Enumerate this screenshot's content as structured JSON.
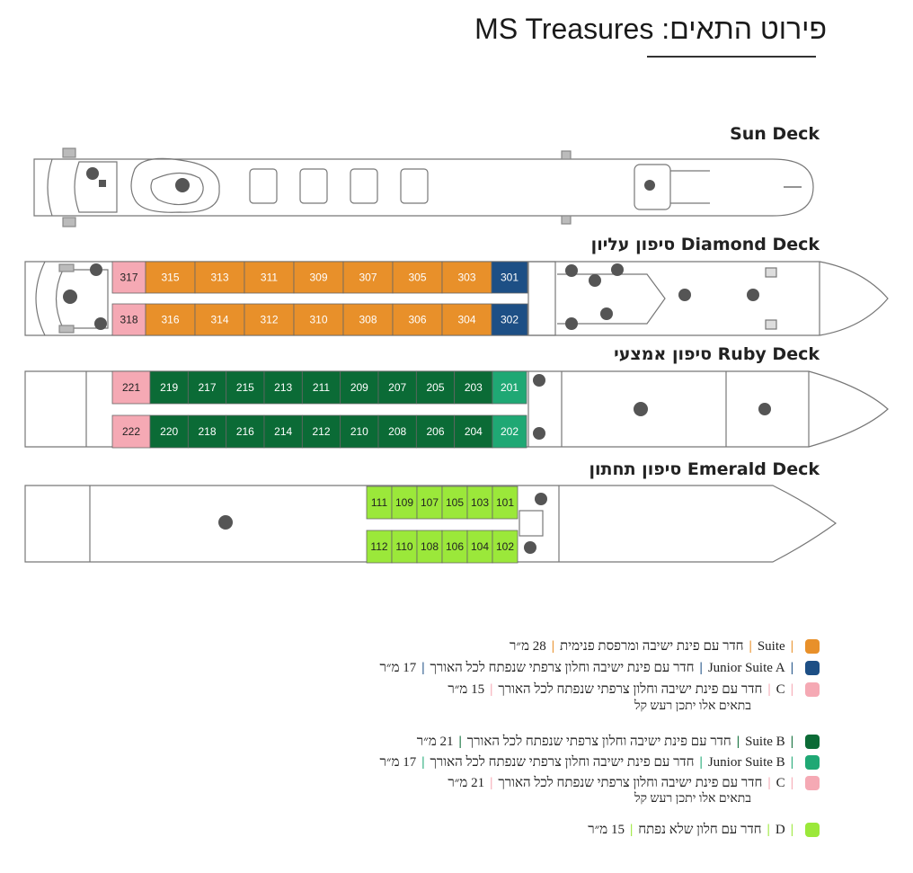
{
  "title": "פירוט התאים: MS Treasures",
  "decks": {
    "sun": {
      "label": "Sun Deck"
    },
    "diamond": {
      "label": "סיפון עליון Diamond Deck",
      "top": [
        "317",
        "315",
        "313",
        "311",
        "309",
        "307",
        "305",
        "303",
        "301"
      ],
      "bottom": [
        "318",
        "316",
        "314",
        "312",
        "310",
        "308",
        "306",
        "304",
        "302"
      ]
    },
    "ruby": {
      "label": "סיפון אמצעי Ruby Deck",
      "top": [
        "221",
        "219",
        "217",
        "215",
        "213",
        "211",
        "209",
        "207",
        "205",
        "203",
        "201"
      ],
      "bottom": [
        "222",
        "220",
        "218",
        "216",
        "214",
        "212",
        "210",
        "208",
        "206",
        "204",
        "202"
      ]
    },
    "emerald": {
      "label": "סיפון תחתון Emerald Deck",
      "top": [
        "111",
        "109",
        "107",
        "105",
        "103",
        "101"
      ],
      "bottom": [
        "112",
        "110",
        "108",
        "106",
        "104",
        "102"
      ]
    }
  },
  "colors": {
    "suite": "#e8902a",
    "junior_a": "#1d4f85",
    "cat_c": "#f5a9b4",
    "suite_b": "#0b6b36",
    "junior_b": "#1fa874",
    "cat_d": "#9be83a"
  },
  "legend": [
    {
      "color": "#e8902a",
      "category": "Suite",
      "desc": "חדר עם פינת ישיבה ומרפסת פנימית",
      "size": "28 מ״ר"
    },
    {
      "color": "#1d4f85",
      "category": "Junior Suite A",
      "desc": "חדר עם פינת ישיבה וחלון צרפתי שנפתח לכל האורך",
      "size": "17 מ״ר"
    },
    {
      "color": "#f5a9b4",
      "category": "C",
      "desc": "חדר עם פינת ישיבה וחלון צרפתי שנפתח לכל האורך",
      "size": "15 מ״ר",
      "note": "בתאים אלו יתכן רעש קל"
    },
    {
      "color": "#0b6b36",
      "category": "Suite B",
      "desc": "חדר עם פינת ישיבה וחלון צרפתי שנפתח לכל האורך",
      "size": "21 מ״ר"
    },
    {
      "color": "#1fa874",
      "category": "Junior Suite B",
      "desc": "חדר עם פינת ישיבה וחלון צרפתי שנפתח לכל האורך",
      "size": "17 מ״ר"
    },
    {
      "color": "#f5a9b4",
      "category": "C",
      "desc": "חדר עם פינת ישיבה וחלון צרפתי שנפתח לכל האורך",
      "size": "21 מ״ר",
      "note": "בתאים אלו יתכן רעש קל"
    },
    {
      "color": "#9be83a",
      "category": "D",
      "desc": "חדר עם חלון שלא נפתח",
      "size": "15 מ״ר"
    }
  ]
}
